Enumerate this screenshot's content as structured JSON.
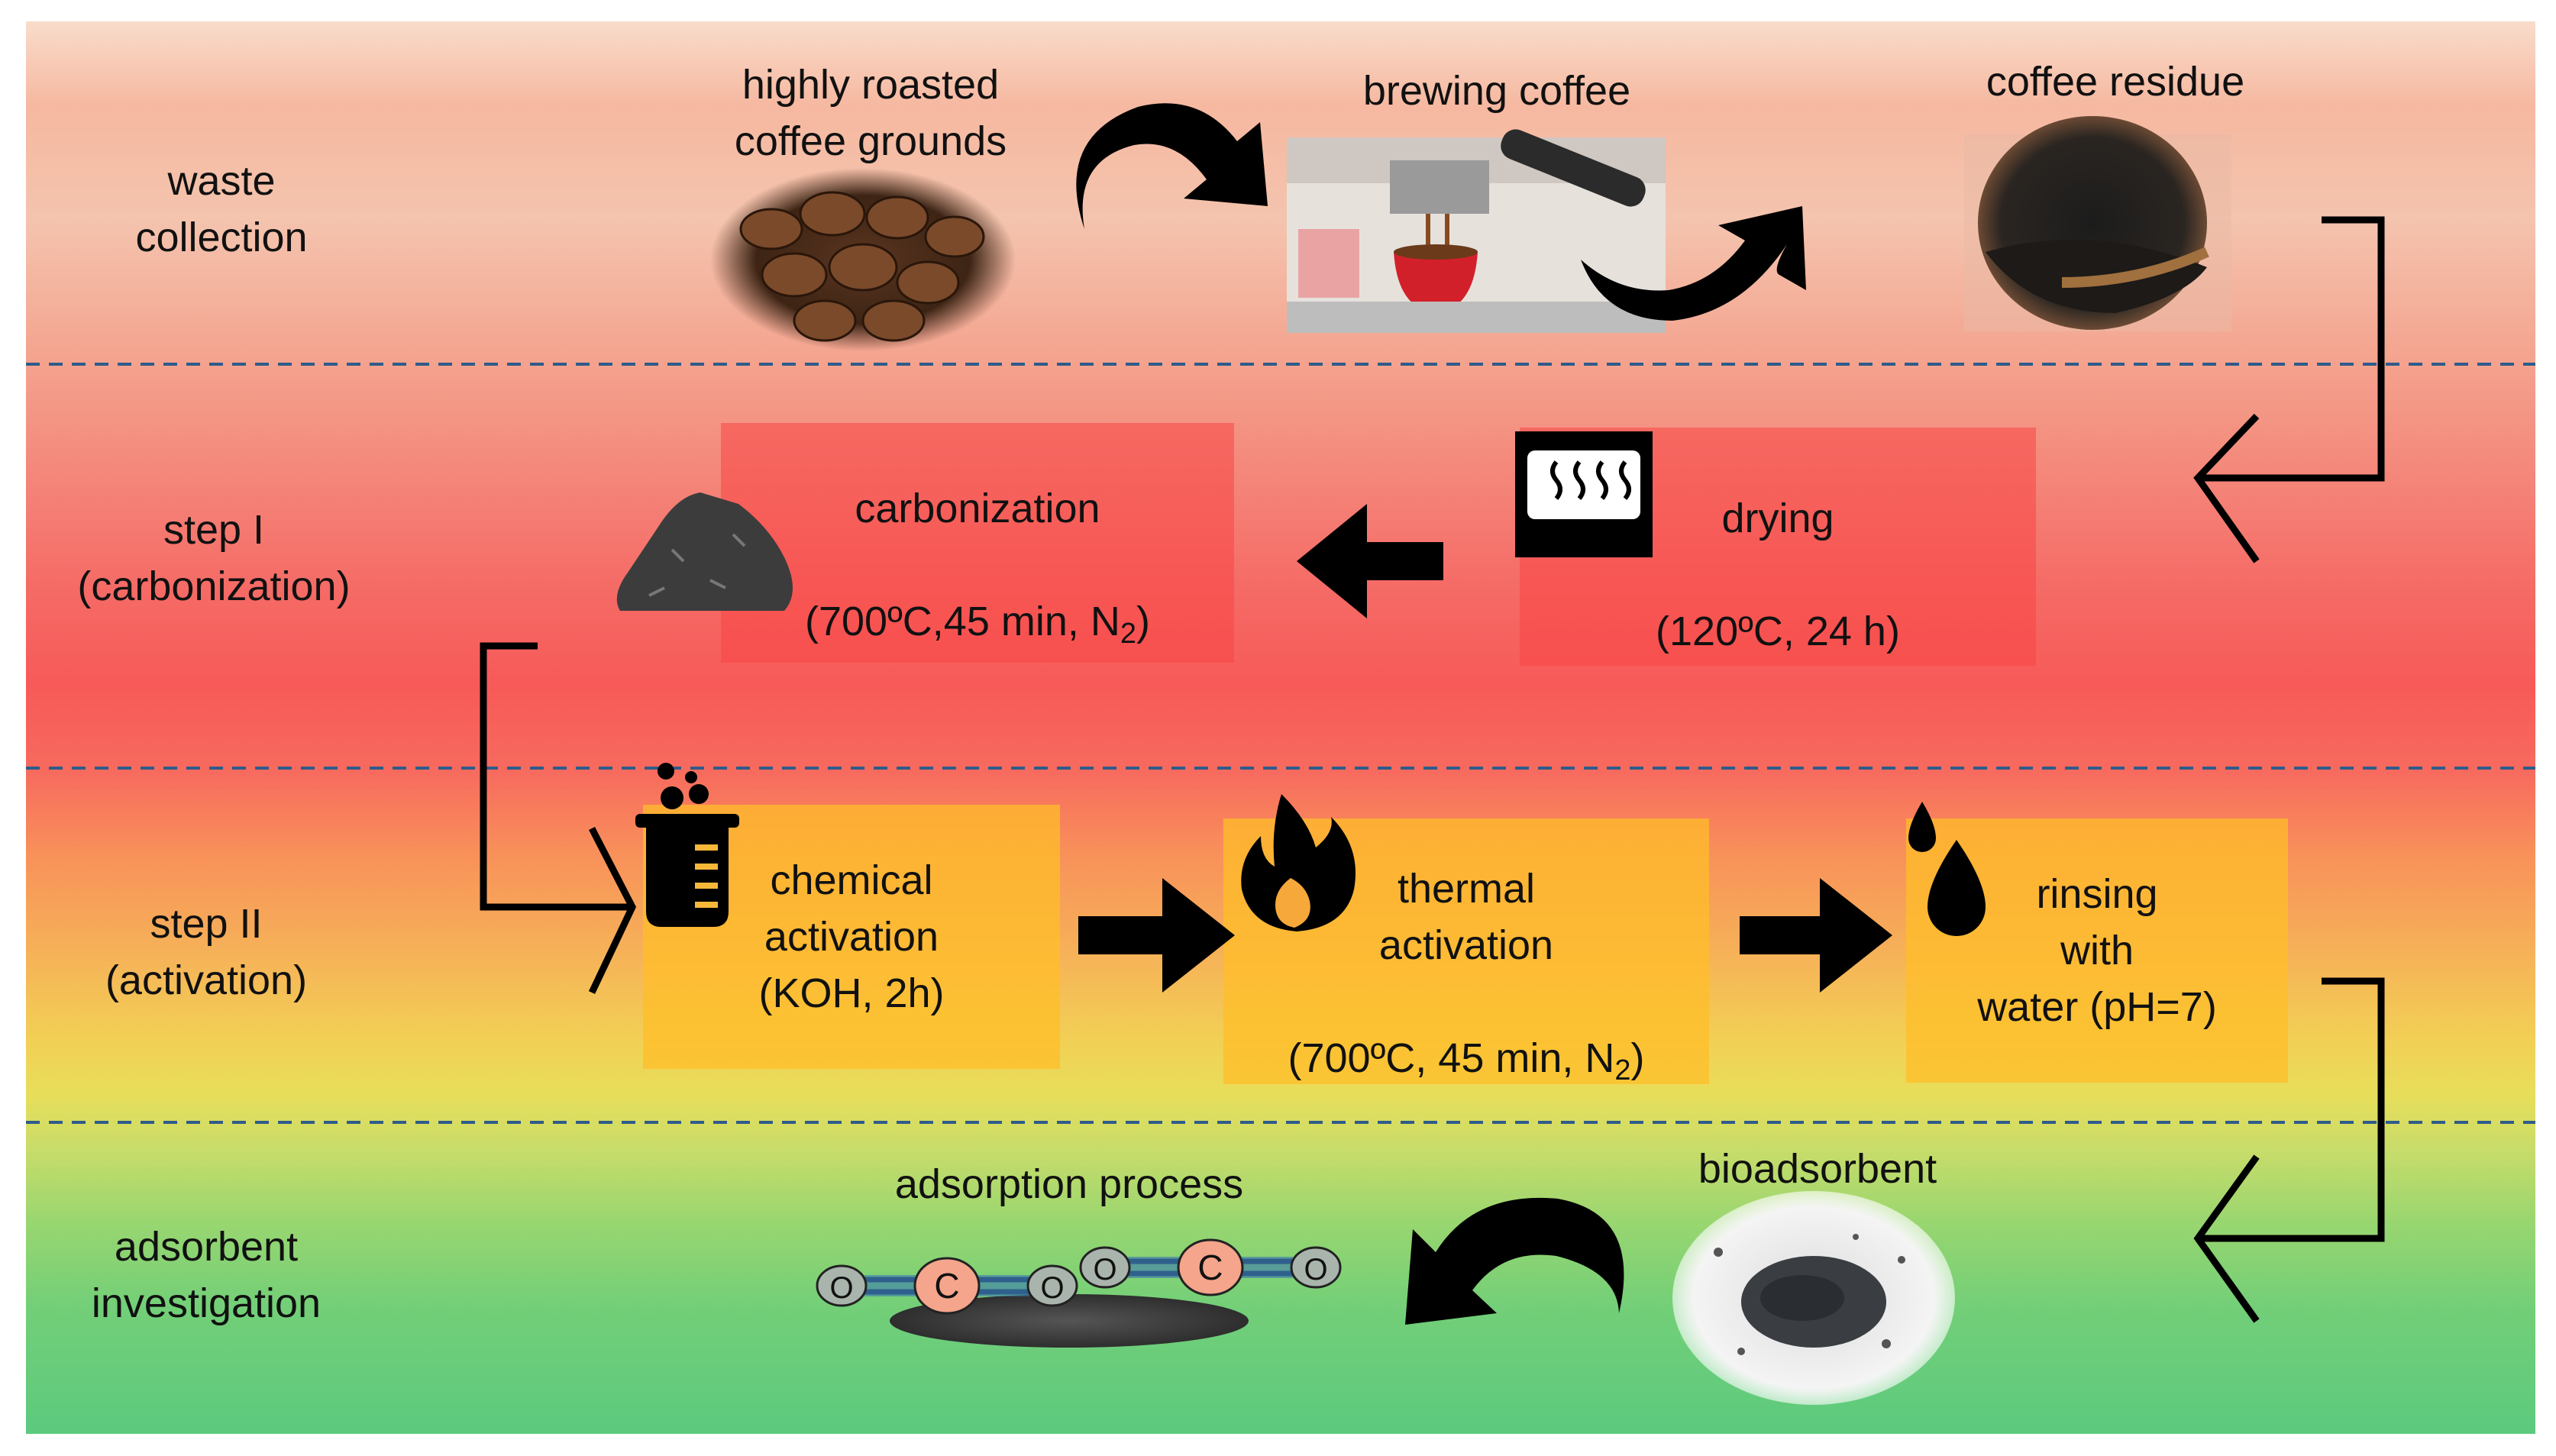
{
  "rows": [
    {
      "id": "waste",
      "label": "waste\ncollection"
    },
    {
      "id": "step1",
      "label": "step I\n(carbonization)"
    },
    {
      "id": "step2",
      "label": "step II\n(activation)"
    },
    {
      "id": "adsorb",
      "label": "adsorbent\ninvestigation"
    }
  ],
  "waste_collection": {
    "beans_label": "highly roasted\ncoffee grounds",
    "brewing_label": "brewing coffee",
    "residue_label": "coffee residue"
  },
  "step1": {
    "carbonization_title": "carbonization",
    "carbonization_cond_pre": "(700ºC,45 min, N",
    "carbonization_cond_sub": "2",
    "carbonization_cond_post": ")",
    "drying_title": "drying",
    "drying_cond": "(120ºC, 24 h)"
  },
  "step2": {
    "chemical_label": "chemical\nactivation\n(KOH, 2h)",
    "thermal_title": "thermal\nactivation",
    "thermal_cond_pre": "(700ºC, 45 min, N",
    "thermal_cond_sub": "2",
    "thermal_cond_post": ")",
    "rinsing_label": "rinsing\nwith\nwater (pH=7)"
  },
  "adsorbent": {
    "bioadsorbent_label": "bioadsorbent",
    "adsorption_label": "adsorption process",
    "atom_o": "O",
    "atom_c": "C"
  },
  "colors": {
    "divider": "#2f5c8a",
    "arrow": "#000000",
    "red_box": "#f84646",
    "yellow_box": "#ffbe28",
    "carbon_atom": "#f4a58c",
    "oxygen_atom": "#a9b4ad"
  },
  "icons": [
    "curved-arrow-icon",
    "heater-icon",
    "charcoal-pile-icon",
    "beaker-icon",
    "flame-icon",
    "water-drops-icon",
    "elbow-arrow-icon",
    "co2-molecule-icon"
  ]
}
